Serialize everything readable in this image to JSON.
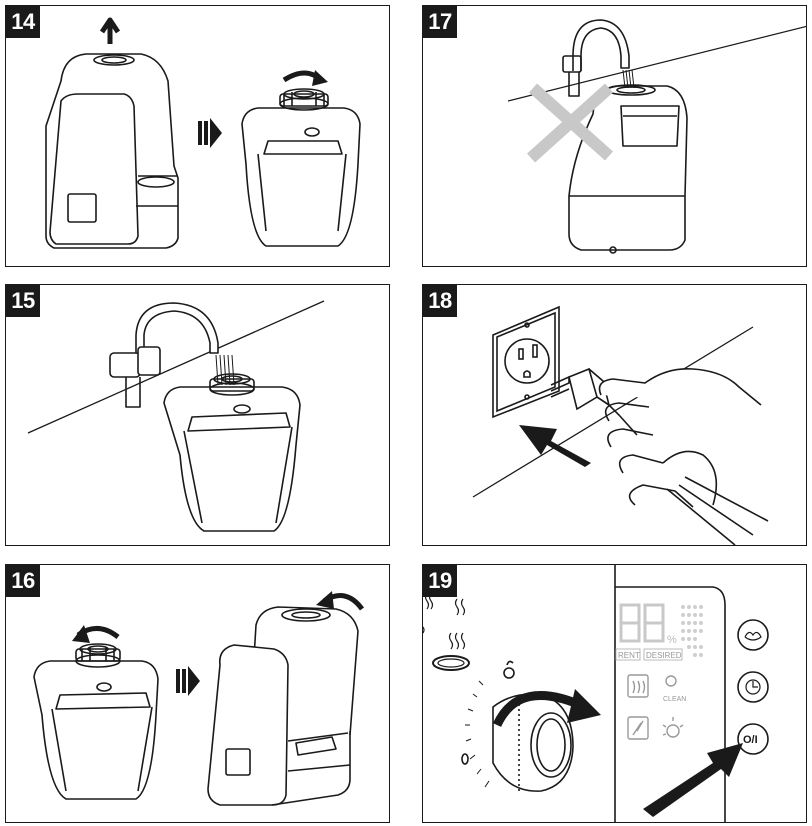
{
  "steps": [
    {
      "number": "14"
    },
    {
      "number": "15"
    },
    {
      "number": "16"
    },
    {
      "number": "17"
    },
    {
      "number": "18"
    },
    {
      "number": "19"
    }
  ],
  "control_panel": {
    "display_digits": "88",
    "percent_sign": "%",
    "current_label": "RENT",
    "desired_label": "DESIRED",
    "clean_label": "CLEAN",
    "power_symbol": "O/I"
  },
  "colors": {
    "line": "#1a1a1a",
    "cross": "#c8c8c8",
    "lcd": "#d0d0d0"
  }
}
